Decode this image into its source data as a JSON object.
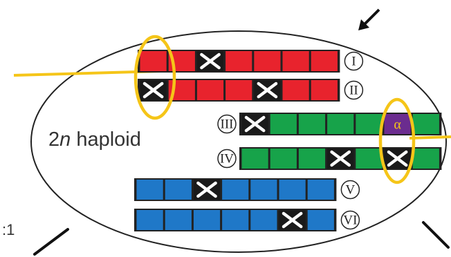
{
  "label_2n": "2",
  "label_n": "n",
  "label_haploid": " haploid",
  "alpha_symbol": "α",
  "corner_text": ":1",
  "colors": {
    "red": "#e8232d",
    "green": "#17a34a",
    "blue": "#1f78c8",
    "marked": "#1a1a1a",
    "purple": "#6b2c8f",
    "orange": "#f5c518",
    "outline": "#222222"
  },
  "chromosomes": [
    {
      "id": "I",
      "label": "I",
      "color": "red",
      "cells": 7,
      "marked": [
        2
      ]
    },
    {
      "id": "II",
      "label": "II",
      "color": "red",
      "cells": 7,
      "marked": [
        0,
        4
      ]
    },
    {
      "id": "III",
      "label": "III",
      "color": "green",
      "cells": 7,
      "marked": [
        0
      ],
      "special": {
        "index": 5,
        "symbol": "α"
      }
    },
    {
      "id": "IV",
      "label": "IV",
      "color": "green",
      "cells": 7,
      "marked": [
        3,
        5
      ]
    },
    {
      "id": "V",
      "label": "V",
      "color": "blue",
      "cells": 7,
      "marked": [
        2
      ]
    },
    {
      "id": "VI",
      "label": "VI",
      "color": "blue",
      "cells": 7,
      "marked": [
        5
      ]
    }
  ]
}
